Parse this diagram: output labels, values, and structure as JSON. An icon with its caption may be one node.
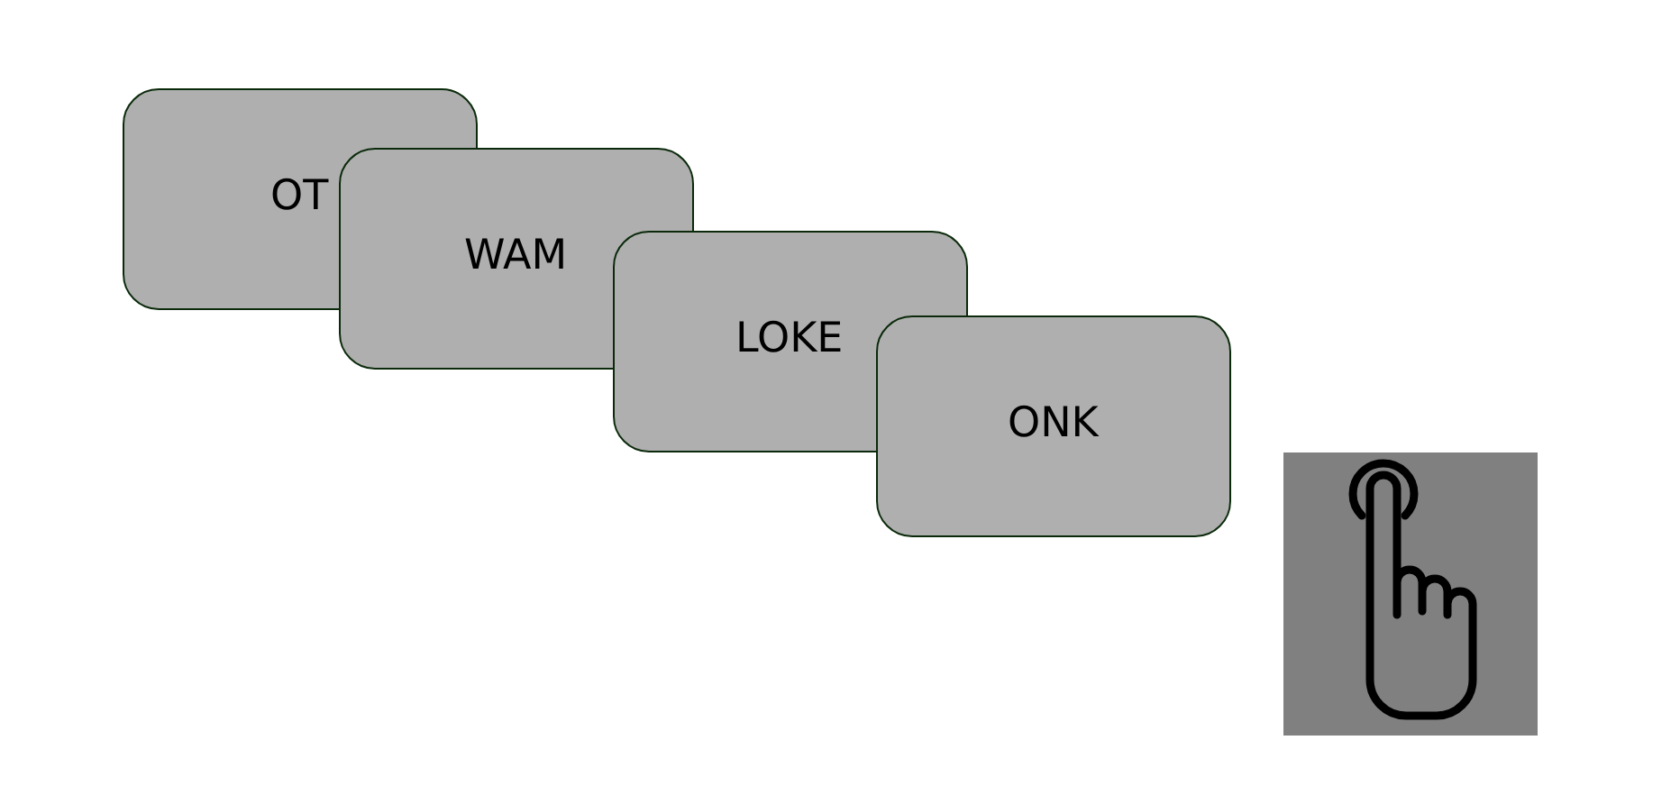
{
  "diagram": {
    "nodes": [
      {
        "text": [
          "OT"
        ]
      },
      {
        "text": [
          "WAM"
        ]
      },
      {
        "text": [
          "LOKE"
        ]
      },
      {
        "text": [
          "ONK"
        ]
      }
    ]
  }
}
